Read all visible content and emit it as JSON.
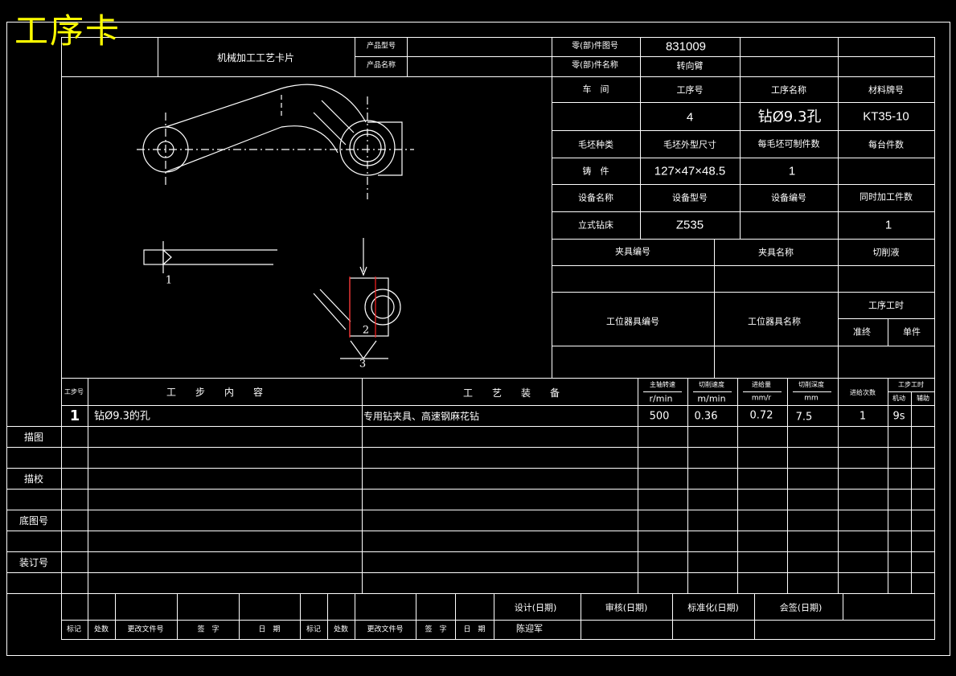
{
  "card_title": "工序卡",
  "header": {
    "card_name": "机械加工工艺卡片",
    "product_model_label": "产品型号",
    "product_name_label": "产品名称",
    "part_no_label": "零(部)件图号",
    "part_no_value": "831009",
    "part_name_label": "零(部)件名称",
    "part_name_value": "转向臂"
  },
  "info": {
    "workshop_label": "车　间",
    "op_no_label": "工序号",
    "op_name_label": "工序名称",
    "material_label": "材料牌号",
    "op_no_value": "4",
    "op_name_value": "钻Ø9.3孔",
    "material_value": "KT35-10",
    "blank_type_label": "毛坯种类",
    "blank_size_label": "毛坯外型尺寸",
    "per_blank_label": "每毛坯可制件数",
    "per_unit_label": "每台件数",
    "blank_type_value": "铸　件",
    "blank_size_value": "127×47×48.5",
    "per_blank_value": "1",
    "equip_name_label": "设备名称",
    "equip_model_label": "设备型号",
    "equip_no_label": "设备编号",
    "simul_label": "同时加工件数",
    "equip_name_value": "立式钻床",
    "equip_model_value": "Z535",
    "simul_value": "1",
    "fixture_no_label": "夹具编号",
    "fixture_name_label": "夹具名称",
    "coolant_label": "切削液",
    "station_tool_no_label": "工位器具编号",
    "station_tool_name_label": "工位器具名称",
    "op_hours_label": "工序工时",
    "prep_label": "准终",
    "unit_label": "单件"
  },
  "drawing": {
    "label_1": "1",
    "label_2": "2",
    "label_3": "3"
  },
  "steps_header": {
    "step_no": "工步号",
    "step_content": "工　　步　　内　　容",
    "equipment": "工　　艺　　装　　备",
    "spindle_speed": "主轴转速",
    "spindle_unit": "r/min",
    "cut_speed": "切削速度",
    "cut_unit": "m/min",
    "feed": "进给量",
    "feed_unit": "mm/r",
    "depth": "切削深度",
    "depth_unit": "mm",
    "passes": "进给次数",
    "hours": "工步工时",
    "machine": "机动",
    "aux": "辅助"
  },
  "steps": [
    {
      "no": "1",
      "content": "钻Ø9.3的孔",
      "equipment": "专用钻夹具、高速钢麻花钻",
      "speed": "500",
      "cut_speed": "0.36",
      "feed": "0.72",
      "depth": "7.5",
      "passes": "1",
      "machine_time": "9s"
    }
  ],
  "side_labels": {
    "trace": "描图",
    "check": "描校",
    "base_no": "底图号",
    "binding": "装订号"
  },
  "footer": {
    "design": "设计(日期)",
    "review": "审核(日期)",
    "standard": "标准化(日期)",
    "countersign": "会签(日期)",
    "designer": "陈迎军",
    "mark": "标记",
    "count": "处数",
    "change_doc": "更改文件号",
    "sign": "签　字",
    "date": "日　期"
  }
}
